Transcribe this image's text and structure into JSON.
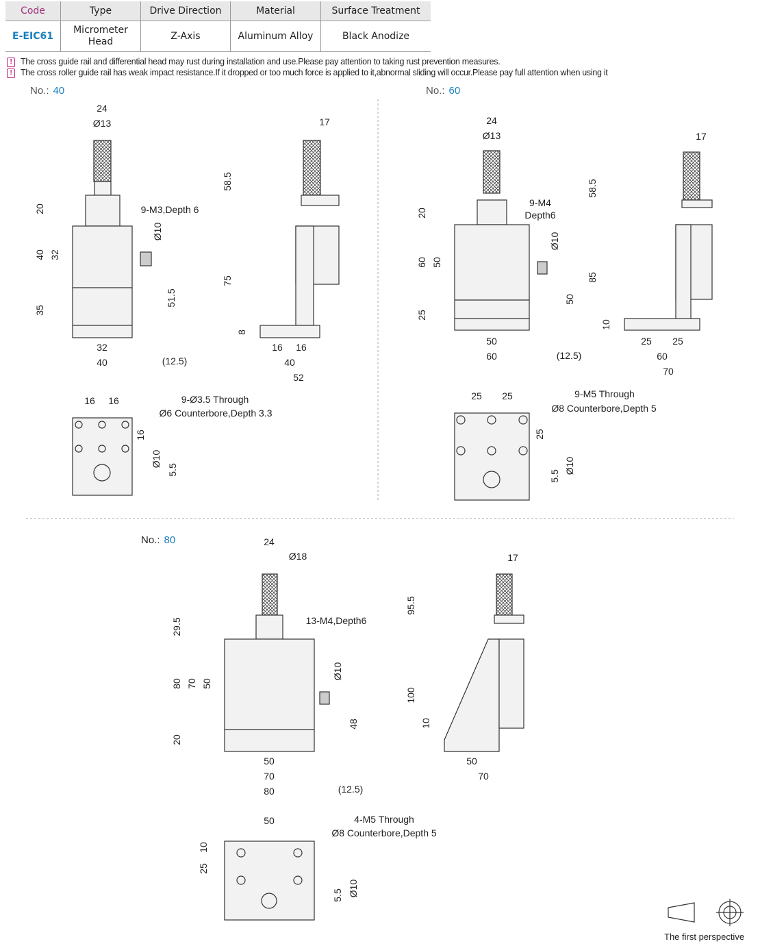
{
  "table": {
    "headers": [
      "Code",
      "Type",
      "Drive Direction",
      "Material",
      "Surface Treatment"
    ],
    "row": {
      "code": "E-EIC61",
      "type_line1": "Micrometer",
      "type_line2": "Head",
      "drive": "Z-Axis",
      "material": "Aluminum Alloy",
      "surface": "Black Anodize"
    }
  },
  "notes": [
    "The cross guide rail and differential head may rust during installation and use.Please pay attention to taking rust prevention measures.",
    "The cross roller guide rail has weak impact resistance.If it dropped or too much force is applied to it,abnormal sliding will occur.Please pay full attention when using it"
  ],
  "models": [
    {
      "prefix": "No.:",
      "number": "40",
      "labels": [
        "24",
        "Ø13",
        "9-M3,Depth 6",
        "20",
        "40",
        "32",
        "35",
        "Ø10",
        "51.5",
        "32",
        "40",
        "(12.5)",
        "17",
        "58.5",
        "75",
        "8",
        "16",
        "16",
        "40",
        "52",
        "16",
        "16",
        "9-Ø3.5 Through",
        "Ø6 Counterbore,Depth 3.3",
        "16",
        "Ø10",
        "5.5"
      ]
    },
    {
      "prefix": "No.:",
      "number": "60",
      "labels": [
        "24",
        "Ø13",
        "9-M4",
        "Depth6",
        "20",
        "60",
        "50",
        "25",
        "Ø10",
        "50",
        "50",
        "60",
        "(12.5)",
        "17",
        "58.5",
        "85",
        "10",
        "25",
        "25",
        "60",
        "70",
        "25",
        "25",
        "9-M5 Through",
        "Ø8 Counterbore,Depth 5",
        "25",
        "5.5",
        "Ø10"
      ]
    },
    {
      "prefix": "No.:",
      "number": "80",
      "labels": [
        "24",
        "Ø18",
        "13-M4,Depth6",
        "29.5",
        "80",
        "70",
        "50",
        "20",
        "Ø10",
        "48",
        "50",
        "70",
        "80",
        "(12.5)",
        "17",
        "95.5",
        "100",
        "10",
        "50",
        "70",
        "50",
        "4-M5 Through",
        "Ø8 Counterbore,Depth 5",
        "10",
        "25",
        "5.5",
        "Ø10"
      ]
    }
  ],
  "perspective_label": "The first perspective",
  "colors": {
    "code_header": "#a0307a",
    "code_value": "#1a7fc0",
    "warning": "#c0237e"
  }
}
